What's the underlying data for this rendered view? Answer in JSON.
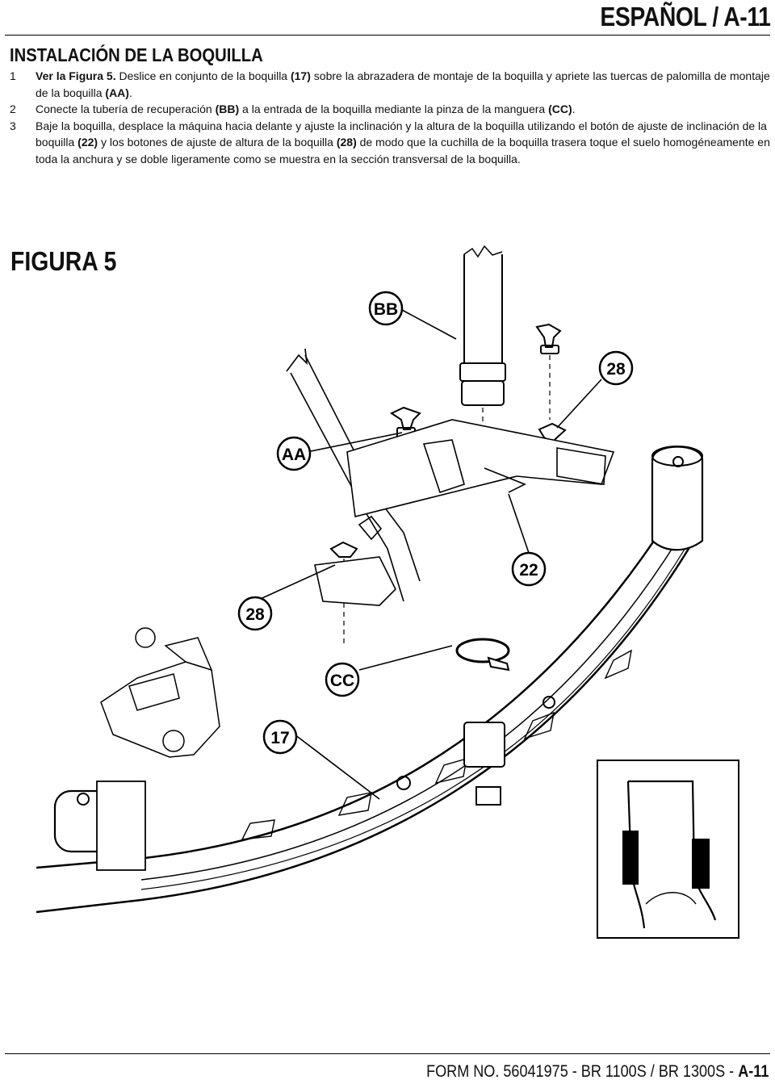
{
  "header": {
    "title": "ESPAÑOL / A-11"
  },
  "section": {
    "title": "INSTALACIÓN DE LA BOQUILLA"
  },
  "steps": [
    {
      "num": "1",
      "lead": "Ver la Figura 5.",
      "text": " Deslice en conjunto de la boquilla ",
      "b1": "(17)",
      "text2": " sobre la abrazadera de montaje de la boquilla y apriete las tuercas de palomilla de montaje de la boquilla ",
      "b2": "(AA)",
      "text3": "."
    },
    {
      "num": "2",
      "text": "Conecte la tubería de recuperación ",
      "b1": "(BB)",
      "text2": " a la entrada de la boquilla mediante la pinza de la manguera ",
      "b2": "(CC)",
      "text3": "."
    },
    {
      "num": "3",
      "text": "Baje la boquilla, desplace la máquina hacia delante y ajuste la inclinación y la altura de la boquilla utilizando el botón de ajuste de inclinación de la boquilla ",
      "b1": "(22)",
      "text2": " y los botones de ajuste de altura de la boquilla ",
      "b2": "(28)",
      "text3": " de modo que la cuchilla de la boquilla trasera toque el suelo homogéneamente en toda la anchura y se doble ligeramente como se muestra en la sección transversal de la boquilla."
    }
  ],
  "figure": {
    "label": "FIGURA 5",
    "callouts": {
      "bb": "BB",
      "aa": "AA",
      "cc": "CC",
      "n28a": "28",
      "n28b": "28",
      "n22": "22",
      "n17": "17"
    }
  },
  "footer": {
    "form": "FORM NO. 56041975 - BR 1100S / BR 1300S - ",
    "page": "A-11"
  }
}
